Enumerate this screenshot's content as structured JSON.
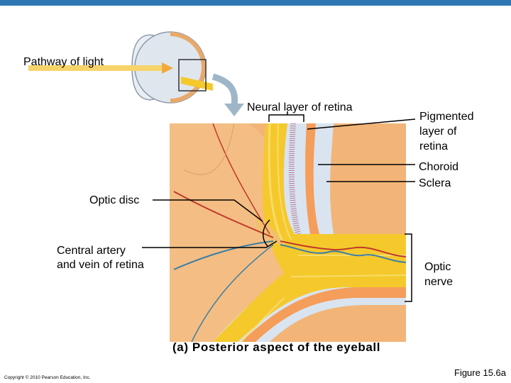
{
  "labels": {
    "pathway_of_light": "Pathway of light",
    "neural_layer": "Neural layer of retina",
    "pigmented_layer": [
      "Pigmented",
      "layer of",
      "retina"
    ],
    "choroid": "Choroid",
    "sclera": "Sclera",
    "optic_disc": "Optic disc",
    "central_artery": [
      "Central artery",
      "and vein of retina"
    ],
    "optic_nerve": [
      "Optic",
      "nerve"
    ]
  },
  "caption": "(a) Posterior aspect of the eyeball",
  "copyright": "Copyright © 2010 Pearson Education, Inc.",
  "figure_number": "Figure 15.6a",
  "colors": {
    "top_bar": "#2f77b3",
    "retina_bg": "#f2b577",
    "choroid": "#f59d5a",
    "sclera": "#d9e4f0",
    "nerve": "#f5c92c",
    "vessel_red": "#c0392b",
    "vessel_blue": "#3a7fa5"
  }
}
